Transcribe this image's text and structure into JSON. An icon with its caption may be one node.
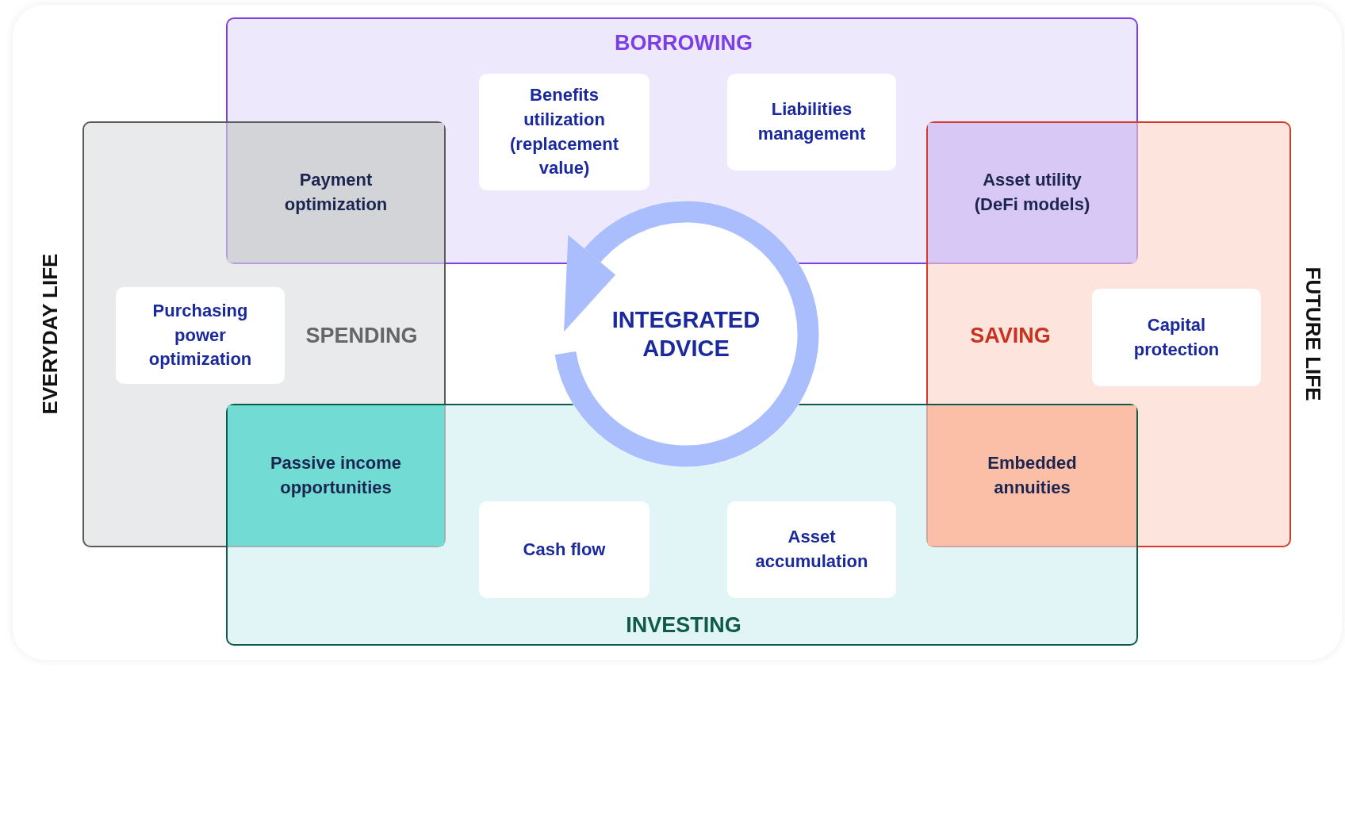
{
  "diagram": {
    "nodes": [
      {
        "text": [
          "BORROWING"
        ]
      },
      {
        "text": [
          "Benefits utilization (replacement value)"
        ],
        "in": 0
      },
      {
        "text": [
          "Liabilities management"
        ],
        "in": 0
      },
      {
        "text": [
          "SPENDING"
        ]
      },
      {
        "text": [
          "Payment optimization"
        ]
      },
      {
        "text": [
          "Purchasing power optimization"
        ],
        "in": 3
      },
      {
        "text": [
          "Asset utility (DeFi models)"
        ]
      },
      {
        "text": [
          "INTEGRATED ADVICE"
        ]
      },
      {
        "text": [
          "SAVING"
        ]
      },
      {
        "text": [
          "Capital protection"
        ],
        "in": 8
      },
      {
        "text": [
          "INVESTING"
        ]
      },
      {
        "text": [
          "Passive income opportunities"
        ]
      },
      {
        "text": [
          "Cash flow"
        ],
        "in": 10
      },
      {
        "text": [
          "Asset accumulation"
        ],
        "in": 10
      },
      {
        "text": [
          "Embedded annuities"
        ]
      }
    ],
    "edges": [],
    "labels": [
      "EVERYDAY LIFE",
      "FUTURE LIFE"
    ]
  }
}
